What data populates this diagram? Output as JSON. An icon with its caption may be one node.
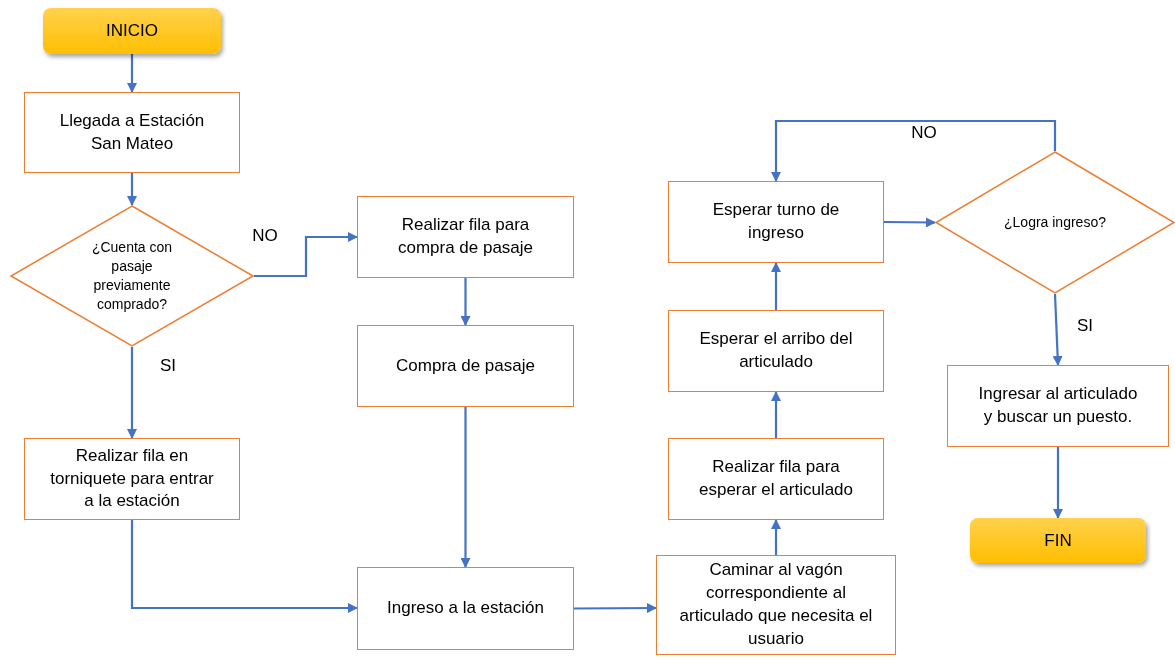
{
  "diagram": {
    "nodes": [
      {
        "text": [
          "INICIO"
        ]
      },
      {
        "text": [
          "Llegada a Estación San Mateo"
        ]
      },
      {
        "text": [
          "¿Cuenta con pasaje previamente comprado?"
        ]
      },
      {
        "text": [
          "Realizar fila para compra de pasaje"
        ]
      },
      {
        "text": [
          "Compra de pasaje"
        ]
      },
      {
        "text": [
          "Realizar fila en torniquete para entrar a la estación"
        ]
      },
      {
        "text": [
          "Ingreso a la estación"
        ]
      },
      {
        "text": [
          "Caminar al vagón correspondiente al articulado que necesita el usuario"
        ]
      },
      {
        "text": [
          "Realizar fila para esperar el articulado"
        ]
      },
      {
        "text": [
          "Esperar el arribo del articulado"
        ]
      },
      {
        "text": [
          "Esperar turno de ingreso"
        ]
      },
      {
        "text": [
          "¿Logra ingreso?"
        ]
      },
      {
        "text": [
          "Ingresar al articulado y buscar un puesto."
        ]
      },
      {
        "text": [
          "FIN"
        ]
      }
    ],
    "edges": [
      {
        "from": 0,
        "to": 1,
        "arrow": "to"
      },
      {
        "from": 1,
        "to": 2,
        "arrow": "to"
      },
      {
        "from": 2,
        "to": 3,
        "arrow": "to",
        "label": "NO"
      },
      {
        "from": 2,
        "to": 5,
        "arrow": "to",
        "label": "SI"
      },
      {
        "from": 3,
        "to": 4,
        "arrow": "to"
      },
      {
        "from": 4,
        "to": 6,
        "arrow": "to"
      },
      {
        "from": 5,
        "to": 6,
        "arrow": "to"
      },
      {
        "from": 6,
        "to": 7,
        "arrow": "to"
      },
      {
        "from": 7,
        "to": 8,
        "arrow": "to"
      },
      {
        "from": 8,
        "to": 9,
        "arrow": "to"
      },
      {
        "from": 9,
        "to": 10,
        "arrow": "to"
      },
      {
        "from": 10,
        "to": 11,
        "arrow": "to"
      },
      {
        "from": 11,
        "to": 10,
        "arrow": "to",
        "label": "NO"
      },
      {
        "from": 11,
        "to": 12,
        "arrow": "to",
        "label": "SI"
      },
      {
        "from": 12,
        "to": 13,
        "arrow": "to"
      }
    ]
  }
}
